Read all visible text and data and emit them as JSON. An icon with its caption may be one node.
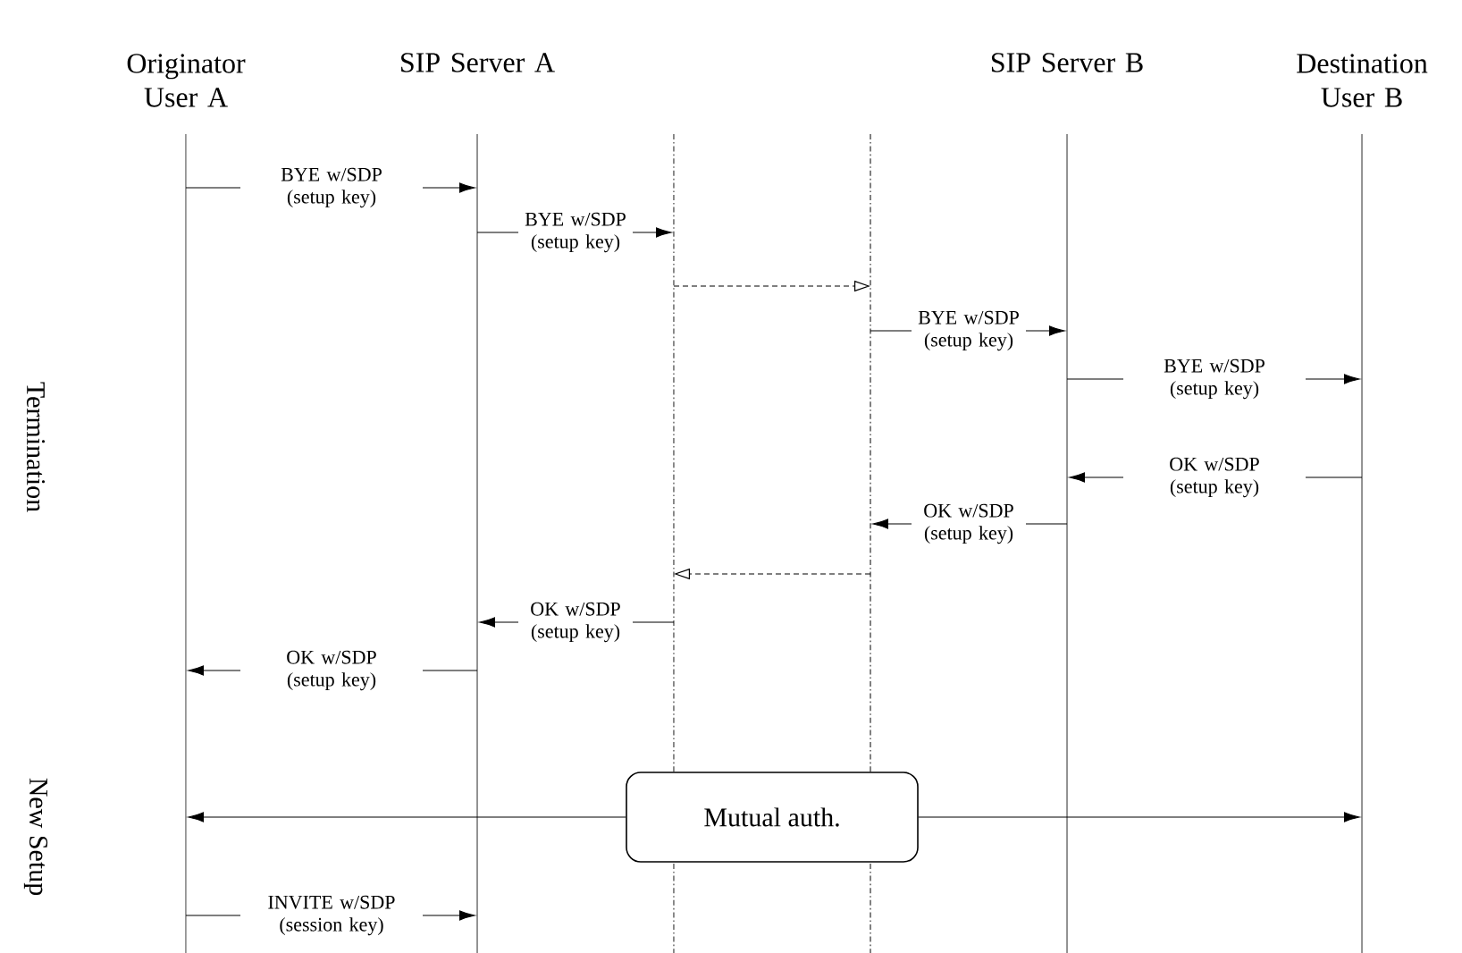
{
  "diagram": {
    "nodes": [
      {
        "text": [],
        "shape": "line",
        "beside": [
          "Originator User A"
        ]
      },
      {
        "text": [],
        "shape": "line",
        "beside": [
          "SIP Server A"
        ]
      },
      {
        "text": [],
        "shape": "line"
      },
      {
        "text": [],
        "shape": "line"
      },
      {
        "text": [],
        "shape": "line",
        "beside": [
          "SIP Server B"
        ]
      },
      {
        "text": [],
        "shape": "line",
        "beside": [
          "Destination User B"
        ]
      },
      {
        "text": [
          "Mutual auth."
        ]
      }
    ],
    "edges": [
      {
        "from": 0,
        "to": 1,
        "arrow": "to",
        "label": "BYE w/SDP (setup key)"
      },
      {
        "from": 1,
        "to": 2,
        "arrow": "to",
        "label": "BYE w/SDP (setup key)"
      },
      {
        "from": 2,
        "to": 3,
        "arrow": "to",
        "style": "dashed"
      },
      {
        "from": 3,
        "to": 4,
        "arrow": "to",
        "label": "BYE w/SDP (setup key)"
      },
      {
        "from": 4,
        "to": 5,
        "arrow": "to",
        "label": "BYE w/SDP (setup key)"
      },
      {
        "from": 5,
        "to": 4,
        "arrow": "to",
        "label": "OK w/SDP (setup key)"
      },
      {
        "from": 4,
        "to": 3,
        "arrow": "to",
        "label": "OK w/SDP (setup key)"
      },
      {
        "from": 3,
        "to": 2,
        "arrow": "to",
        "style": "dashed"
      },
      {
        "from": 2,
        "to": 1,
        "arrow": "to",
        "label": "OK w/SDP (setup key)"
      },
      {
        "from": 1,
        "to": 0,
        "arrow": "to",
        "label": "OK w/SDP (setup key)"
      },
      {
        "from": 6,
        "to": 0,
        "arrow": "to"
      },
      {
        "from": 6,
        "to": 5,
        "arrow": "to"
      },
      {
        "from": 0,
        "to": 1,
        "arrow": "to",
        "label": "INVITE w/SDP (session key)"
      }
    ],
    "labels": [
      "Termination",
      "New Setup"
    ]
  }
}
